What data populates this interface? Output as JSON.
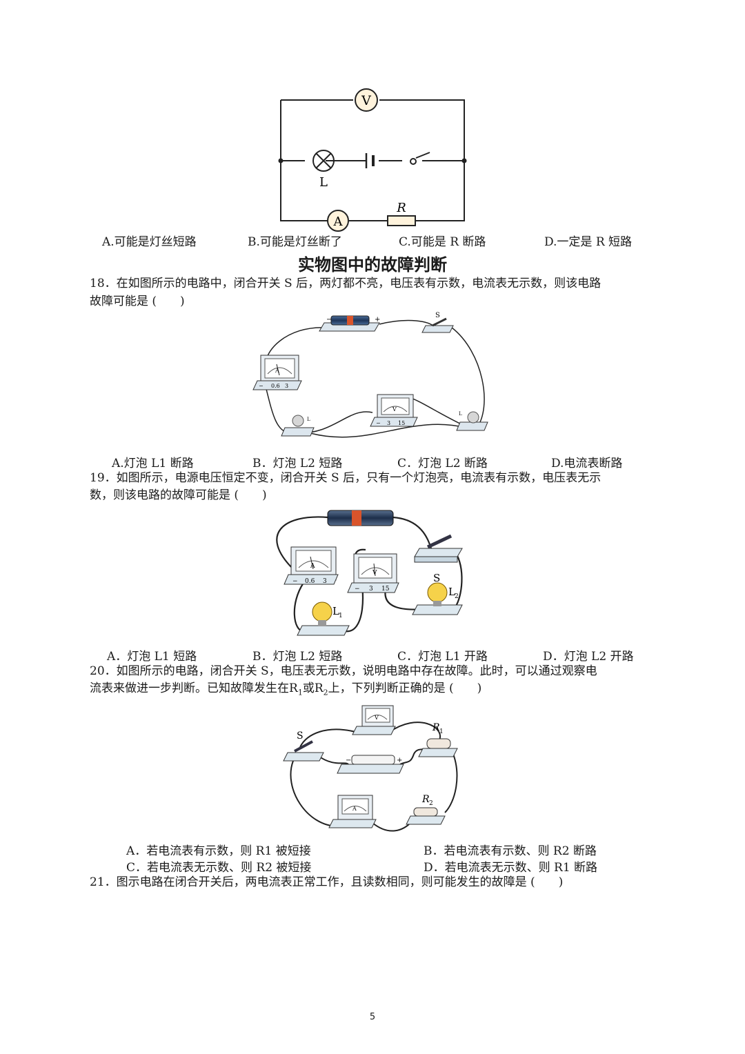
{
  "q17": {
    "diagram": {
      "voltmeter": "V",
      "ammeter": "A",
      "lamp": "L",
      "resistor": "R"
    },
    "options": [
      "A.可能是灯丝短路",
      "B.可能是灯丝断了",
      "C.可能是 R 断路",
      "D.一定是 R 短路"
    ]
  },
  "section_title": "实物图中的故障判断",
  "q18": {
    "line1": "18．在如图所示的电路中，闭合开关 S 后，两灯都不亮，电压表有示数，电流表无示数，则该电路",
    "line2": "故障可能是 (　　)",
    "options": [
      "A.灯泡 L1 断路",
      "B．灯泡 L2 短路",
      "C．灯泡 L2 断路",
      "D.电流表断路"
    ]
  },
  "q19": {
    "line1": "19．如图所示，电源电压恒定不变，闭合开关 S 后，只有一个灯泡亮，电流表有示数，电压表无示",
    "line2": "数，则该电路的故障可能是 (　　)",
    "options": [
      "A．灯泡 L1 短路",
      "B．灯泡 L2 短路",
      "C．灯泡 L1 开路",
      "D．灯泡 L2 开路"
    ]
  },
  "q20": {
    "line1": "20．如图所示的电路，闭合开关 S，电压表无示数，说明电路中存在故障。此时，可以通过观察电",
    "line2_pre": "流表来做进一步判断。已知故障发生在",
    "r1": "R",
    "r1_sub": "1",
    "or": "或",
    "r2": "R",
    "r2_sub": "2",
    "line2_post": "上，下列判断正确的是 (　　)",
    "options": [
      "A．若电流表有示数，则 R1 被短接",
      "B．若电流表有示数、则 R2 断路",
      "C．若电流表无示数、则 R2 被短接",
      "D．若电流表无示数、则 R1 断路"
    ]
  },
  "q21": {
    "line1": "21．图示电路在闭合开关后，两电流表正常工作，且读数相同，则可能发生的故障是 (　　)"
  },
  "labels": {
    "S": "S",
    "L1": "L",
    "L1_sub": "1",
    "L2": "L",
    "L2_sub": "2",
    "R1": "R",
    "R1_sub": "1",
    "R2": "R",
    "R2_sub": "2",
    "V": "V",
    "A": "A",
    "minus": "−",
    "plus": "+",
    "t06": "0.6",
    "t3": "3",
    "t15": "15"
  },
  "page_number": "5"
}
